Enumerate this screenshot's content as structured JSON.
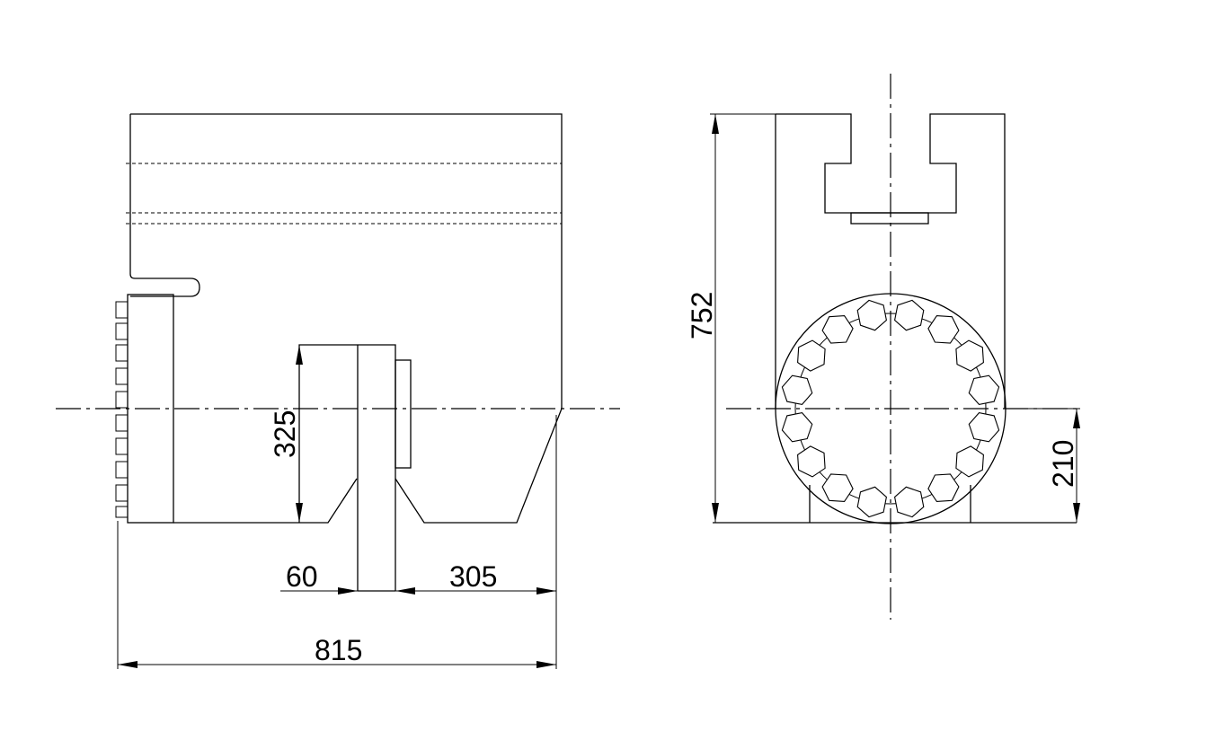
{
  "drawing": {
    "views": [
      "side-view",
      "front-view"
    ],
    "dimensions": {
      "total_width": "815",
      "right_flange": "305",
      "web_thickness": "60",
      "lower_height": "325",
      "total_height": "752",
      "center_height": "210"
    },
    "bolt_circle": {
      "bolt_count": 16,
      "bolt_shape": "hexagon-icon"
    },
    "colors": {
      "stroke": "#000000",
      "background": "#ffffff"
    }
  }
}
